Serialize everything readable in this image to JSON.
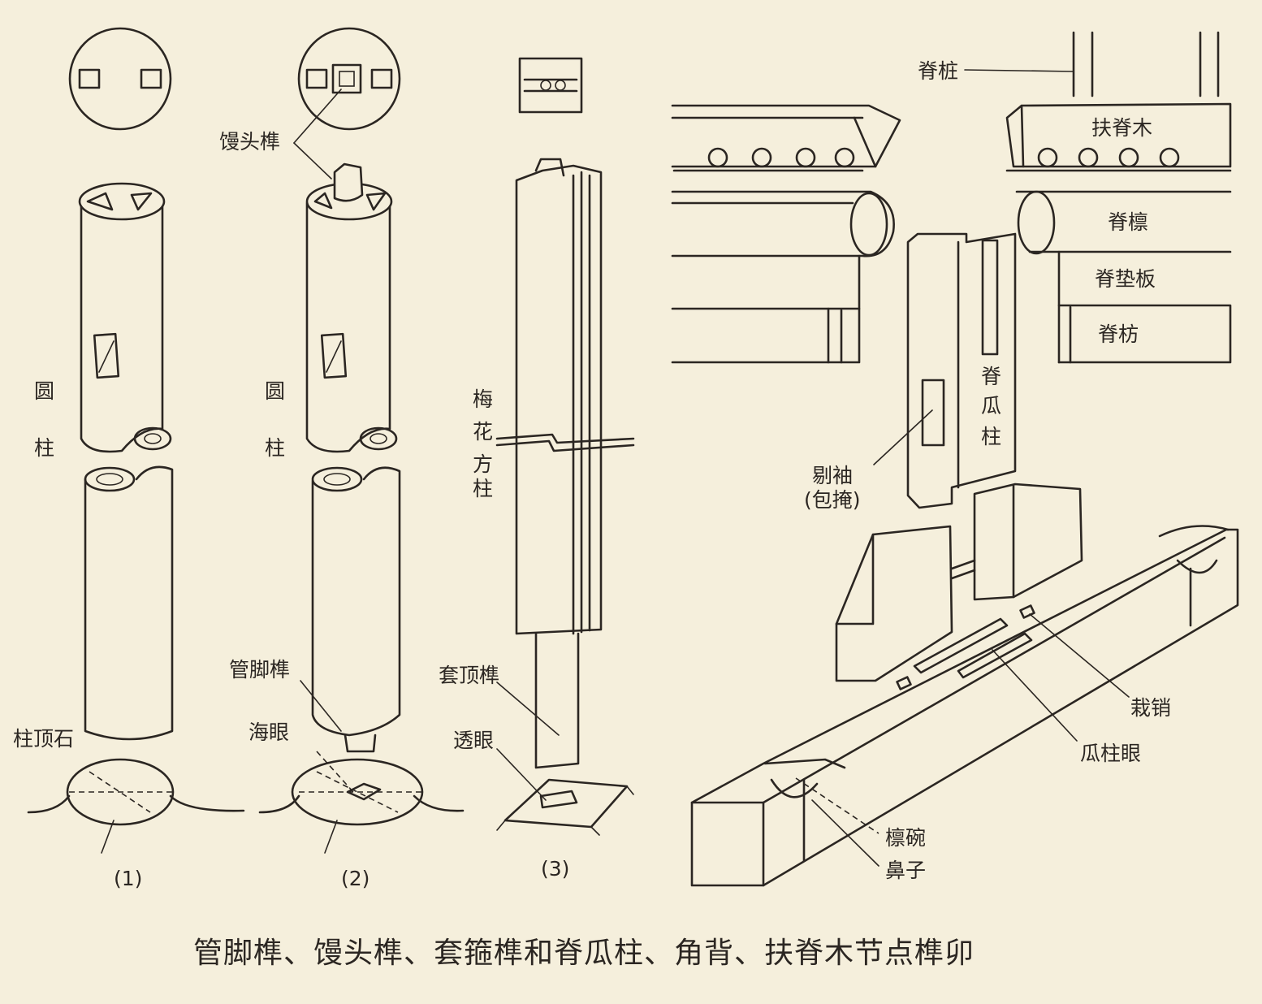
{
  "figure": {
    "caption": "管脚榫、馒头榫、套箍榫和脊瓜柱、角背、扶脊木节点榫卯",
    "sub_labels": [
      "(1)",
      "(2)",
      "(3)"
    ]
  },
  "column1": {
    "round_column_label": [
      "圆",
      "柱"
    ],
    "base_stone_label": "柱顶石"
  },
  "column2": {
    "mantou_tenon_label": "馒头榫",
    "round_column_label": [
      "圆",
      "柱"
    ],
    "foot_tenon_label": "管脚榫",
    "sea_eye_label": "海眼"
  },
  "column3": {
    "plum_column_label": [
      "梅",
      "花",
      "方",
      "柱"
    ],
    "sleeve_tenon_label": "套顶榫",
    "through_eye_label": "透眼"
  },
  "ridge_assembly": {
    "ridge_pile_label": "脊桩",
    "support_ridge_wood_label": "扶脊木",
    "ridge_purlin_label": "脊檩",
    "ridge_pad_board_label": "脊垫板",
    "ridge_tiebeam_label": "脊枋",
    "ridge_melon_post_label": [
      "脊",
      "瓜",
      "柱"
    ],
    "sleeve_label": "剔袖",
    "wrap_label": "(包掩)",
    "pin_label": "栽销",
    "melon_post_eye_label": "瓜柱眼",
    "purlin_bowl_label": "檩碗",
    "nose_label": "鼻子"
  }
}
